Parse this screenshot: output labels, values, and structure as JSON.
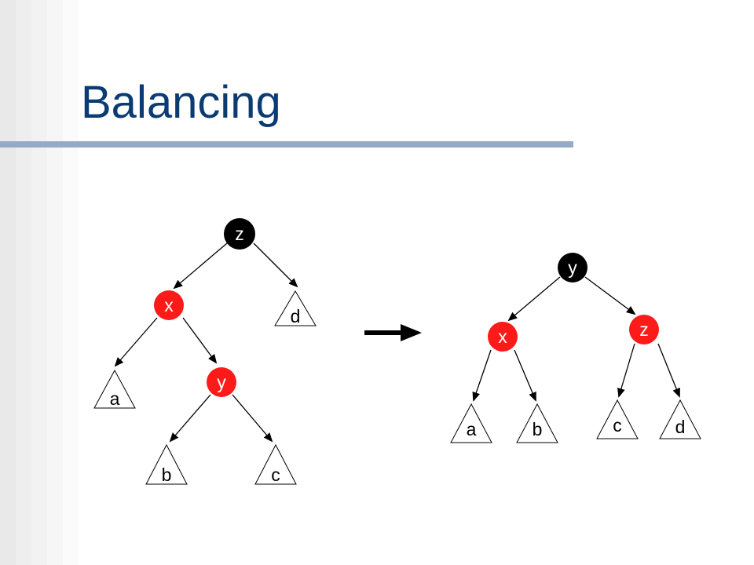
{
  "slide": {
    "title": "Balancing"
  },
  "colors": {
    "title": "#0b3b73",
    "rule": "#95aac8",
    "black_node": "#000000",
    "red_node": "#ff1a1a",
    "node_text": "#ffffff"
  },
  "before_tree": {
    "nodes": {
      "z": "z",
      "x": "x",
      "y": "y"
    },
    "subtrees": {
      "a": "a",
      "b": "b",
      "c": "c",
      "d": "d"
    }
  },
  "after_tree": {
    "nodes": {
      "y": "y",
      "x": "x",
      "z": "z"
    },
    "subtrees": {
      "a": "a",
      "b": "b",
      "c": "c",
      "d": "d"
    }
  },
  "transform_arrow": "right-arrow"
}
